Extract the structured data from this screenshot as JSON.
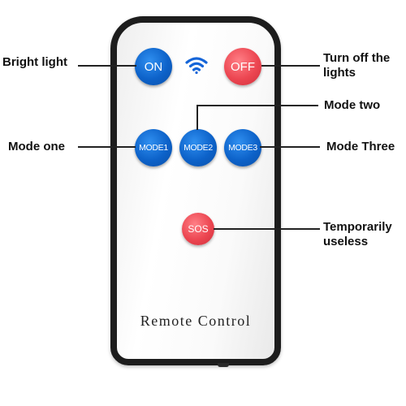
{
  "remote": {
    "brand_text": "Remote Control",
    "buttons": {
      "on": "ON",
      "off": "OFF",
      "mode1": "MODE1",
      "mode2": "MODE2",
      "mode3": "MODE3",
      "sos": "SOS"
    },
    "signal_icon": "wifi-signal-icon"
  },
  "labels": {
    "bright_light": "Bright light",
    "turn_off_line1": "Turn off the",
    "turn_off_line2": "lights",
    "mode_two": "Mode two",
    "mode_one": "Mode one",
    "mode_three": "Mode Three",
    "temporarily_line1": "Temporarily",
    "temporarily_line2": "useless"
  },
  "colors": {
    "blue_button": "#0d62c9",
    "red_button": "#ec4651",
    "wifi_icon": "#1565d8",
    "casing": "#1d1d1d"
  }
}
